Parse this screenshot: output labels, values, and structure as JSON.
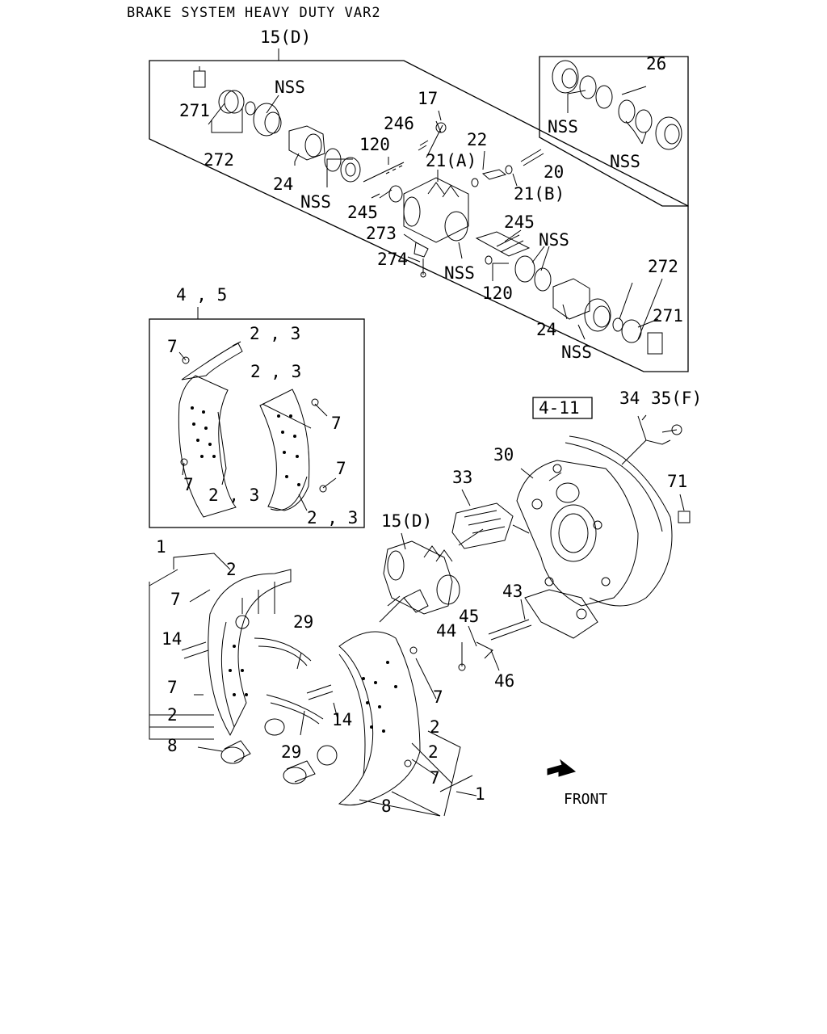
{
  "title": "BRAKE SYSTEM HEAVY DUTY VAR2",
  "front_label": "FRONT",
  "colors": {
    "line": "#000000",
    "background": "#ffffff"
  },
  "icons": {
    "front_arrow": "arrow-front-icon"
  },
  "callouts": [
    "15(D)",
    "NSS",
    "271",
    "272",
    "17",
    "246",
    "120",
    "22",
    "21(A)",
    "20",
    "24",
    "NSS",
    "245",
    "21(B)",
    "273",
    "245",
    "NSS",
    "274",
    "NSS",
    "120",
    "272",
    "24",
    "271",
    "NSS",
    "26",
    "NSS",
    "NSS",
    "4 , 5",
    "7",
    "2 , 3",
    "2 , 3",
    "7",
    "7",
    "7",
    "2 , 3",
    "2 , 3",
    "4-11",
    "34",
    "35(F)",
    "30",
    "33",
    "71",
    "15(D)",
    "1",
    "2",
    "7",
    "29",
    "14",
    "43",
    "45",
    "44",
    "7",
    "46",
    "2",
    "7",
    "14",
    "2",
    "29",
    "2",
    "8",
    "7",
    "1",
    "8"
  ]
}
